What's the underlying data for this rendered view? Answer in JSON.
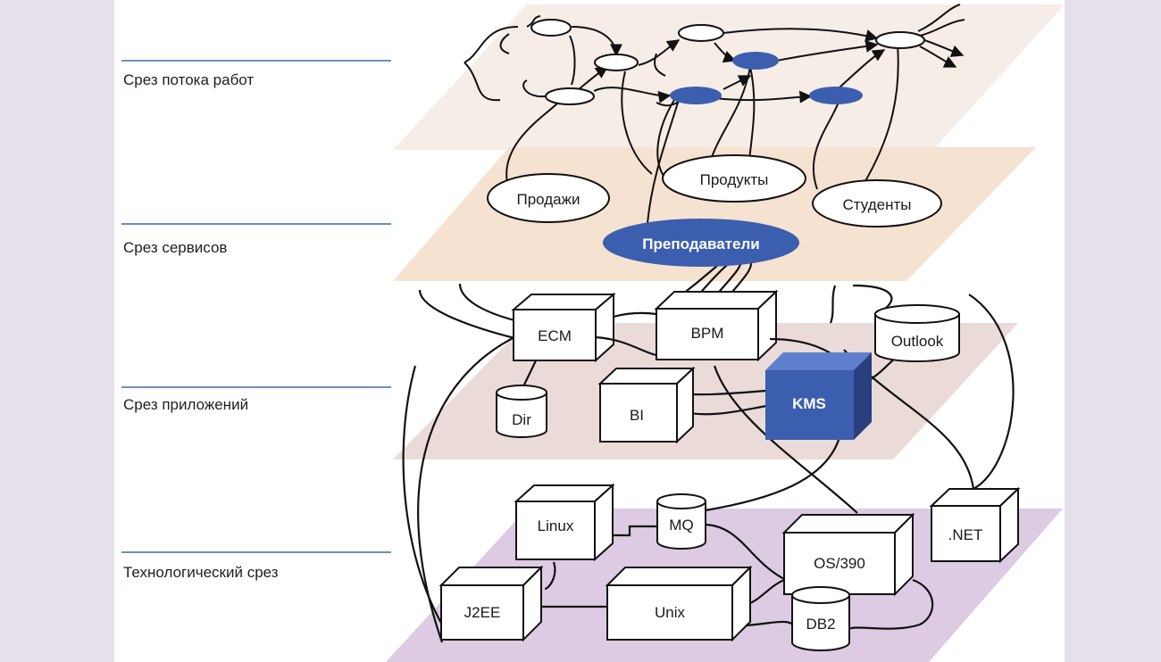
{
  "layers": [
    {
      "label": "Срез потока работ"
    },
    {
      "label": "Срез сервисов"
    },
    {
      "label": "Срез приложений"
    },
    {
      "label": "Технологический срез"
    }
  ],
  "services": {
    "sales": "Продажи",
    "products": "Продукты",
    "students": "Студенты",
    "teachers": "Преподаватели"
  },
  "applications": {
    "ecm": "ECM",
    "bpm": "BPM",
    "outlook": "Outlook",
    "dir": "Dir",
    "bi": "BI",
    "kms": "KMS"
  },
  "technology": {
    "linux": "Linux",
    "mq": "MQ",
    "os390": "OS/390",
    "net": ".NET",
    "j2ee": "J2EE",
    "unix": "Unix",
    "db2": "DB2"
  },
  "colors": {
    "frame_bg": "#e6dfec",
    "workflow_plane": "#f6ede6",
    "services_plane": "#f6e2d0",
    "apps_plane": "#eadbd9",
    "tech_plane": "#dccbe3",
    "accent_blue": "#3b5fae",
    "rule": "#6f8fbf"
  }
}
